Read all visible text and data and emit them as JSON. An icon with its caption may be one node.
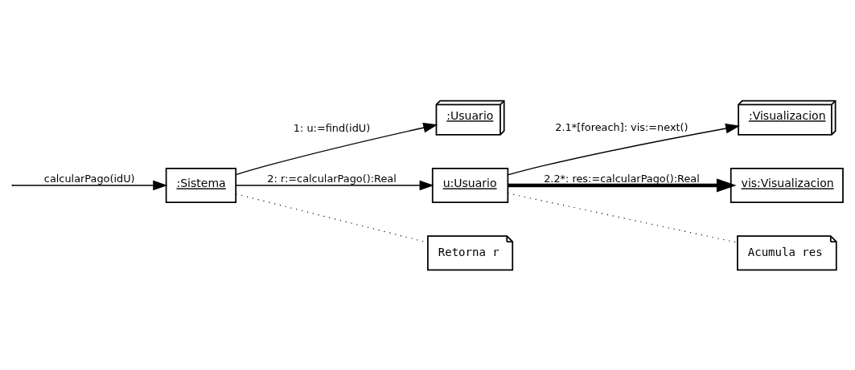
{
  "diagram": {
    "nodes": [
      {
        "text": [
          ":Sistema"
        ]
      },
      {
        "text": [
          ":Usuario"
        ]
      },
      {
        "text": [
          "u:Usuario"
        ]
      },
      {
        "text": [
          ":Visualizacion"
        ]
      },
      {
        "text": [
          "vis:Visualizacion"
        ]
      },
      {
        "text": [
          "Retorna r"
        ]
      },
      {
        "text": [
          "Acumula res"
        ]
      }
    ],
    "edges": [
      {
        "from": null,
        "to": 0,
        "arrow": "to",
        "label": "calcularPago(idU)"
      },
      {
        "from": 0,
        "to": 1,
        "arrow": "to",
        "label": "1: u:=find(idU)"
      },
      {
        "from": 0,
        "to": 2,
        "arrow": "to",
        "label": "2: r:=calcularPago():Real"
      },
      {
        "from": 2,
        "to": 3,
        "arrow": "to",
        "label": "2.1*[foreach]: vis:=next()"
      },
      {
        "from": 2,
        "to": 4,
        "arrow": "to",
        "label": "2.2*: res:=calcularPago():Real",
        "style": "thick"
      },
      {
        "from": 0,
        "to": 5,
        "arrow": "none",
        "style": "dashed"
      },
      {
        "from": 2,
        "to": 6,
        "arrow": "none",
        "style": "dashed"
      }
    ]
  }
}
